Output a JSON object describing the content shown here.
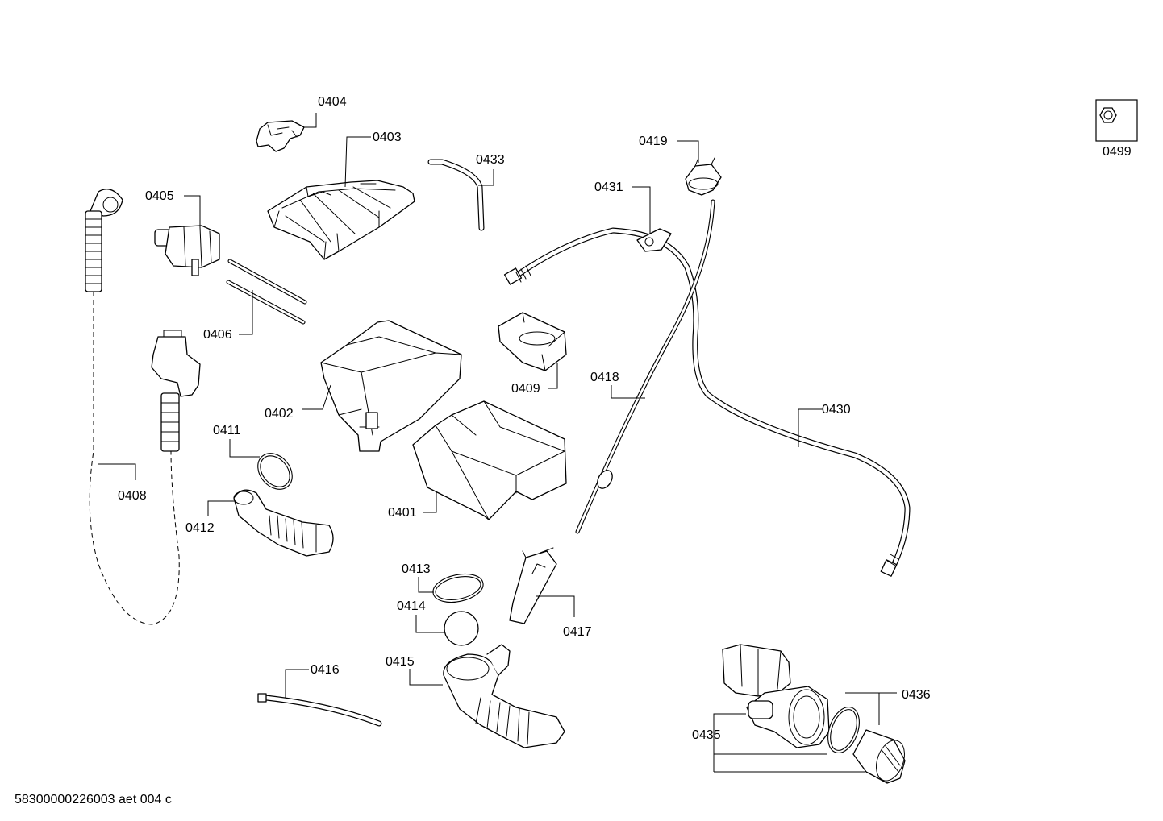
{
  "labels": {
    "p0401": "0401",
    "p0402": "0402",
    "p0403": "0403",
    "p0404": "0404",
    "p0405": "0405",
    "p0406": "0406",
    "p0408": "0408",
    "p0409": "0409",
    "p0411": "0411",
    "p0412": "0412",
    "p0413": "0413",
    "p0414": "0414",
    "p0415": "0415",
    "p0416": "0416",
    "p0417": "0417",
    "p0418": "0418",
    "p0419": "0419",
    "p0430": "0430",
    "p0431": "0431",
    "p0433": "0433",
    "p0435": "0435",
    "p0436": "0436",
    "p0499": "0499"
  },
  "footer": {
    "drawing_id": "58300000226003 aet 004 c"
  }
}
